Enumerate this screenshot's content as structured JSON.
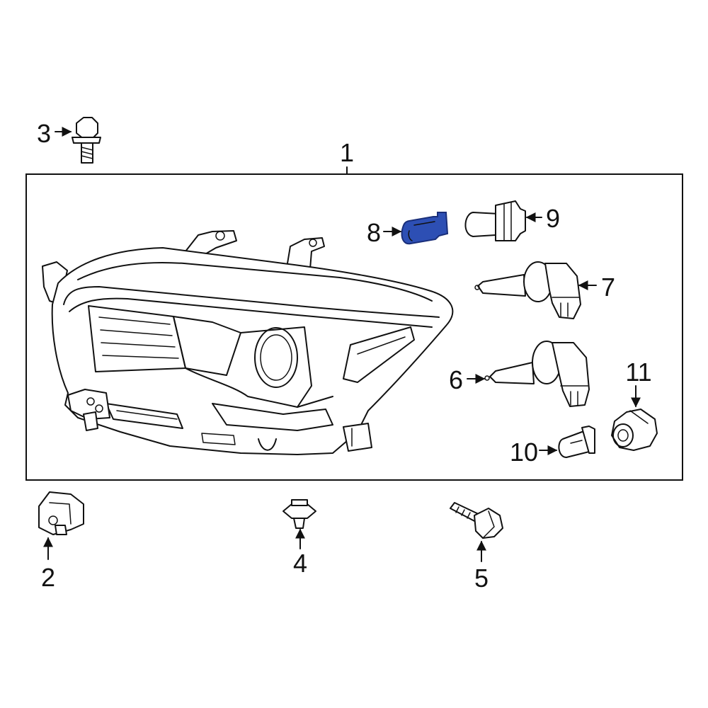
{
  "diagram": {
    "colors": {
      "line": "#111111",
      "background": "#ffffff",
      "highlight_fill": "#2d4fb4",
      "highlight_stroke": "#1a2f7a"
    },
    "highlighted_part": "8",
    "callouts": {
      "c1": "1",
      "c2": "2",
      "c3": "3",
      "c4": "4",
      "c5": "5",
      "c6": "6",
      "c7": "7",
      "c8": "8",
      "c9": "9",
      "c10": "10",
      "c11": "11"
    }
  }
}
